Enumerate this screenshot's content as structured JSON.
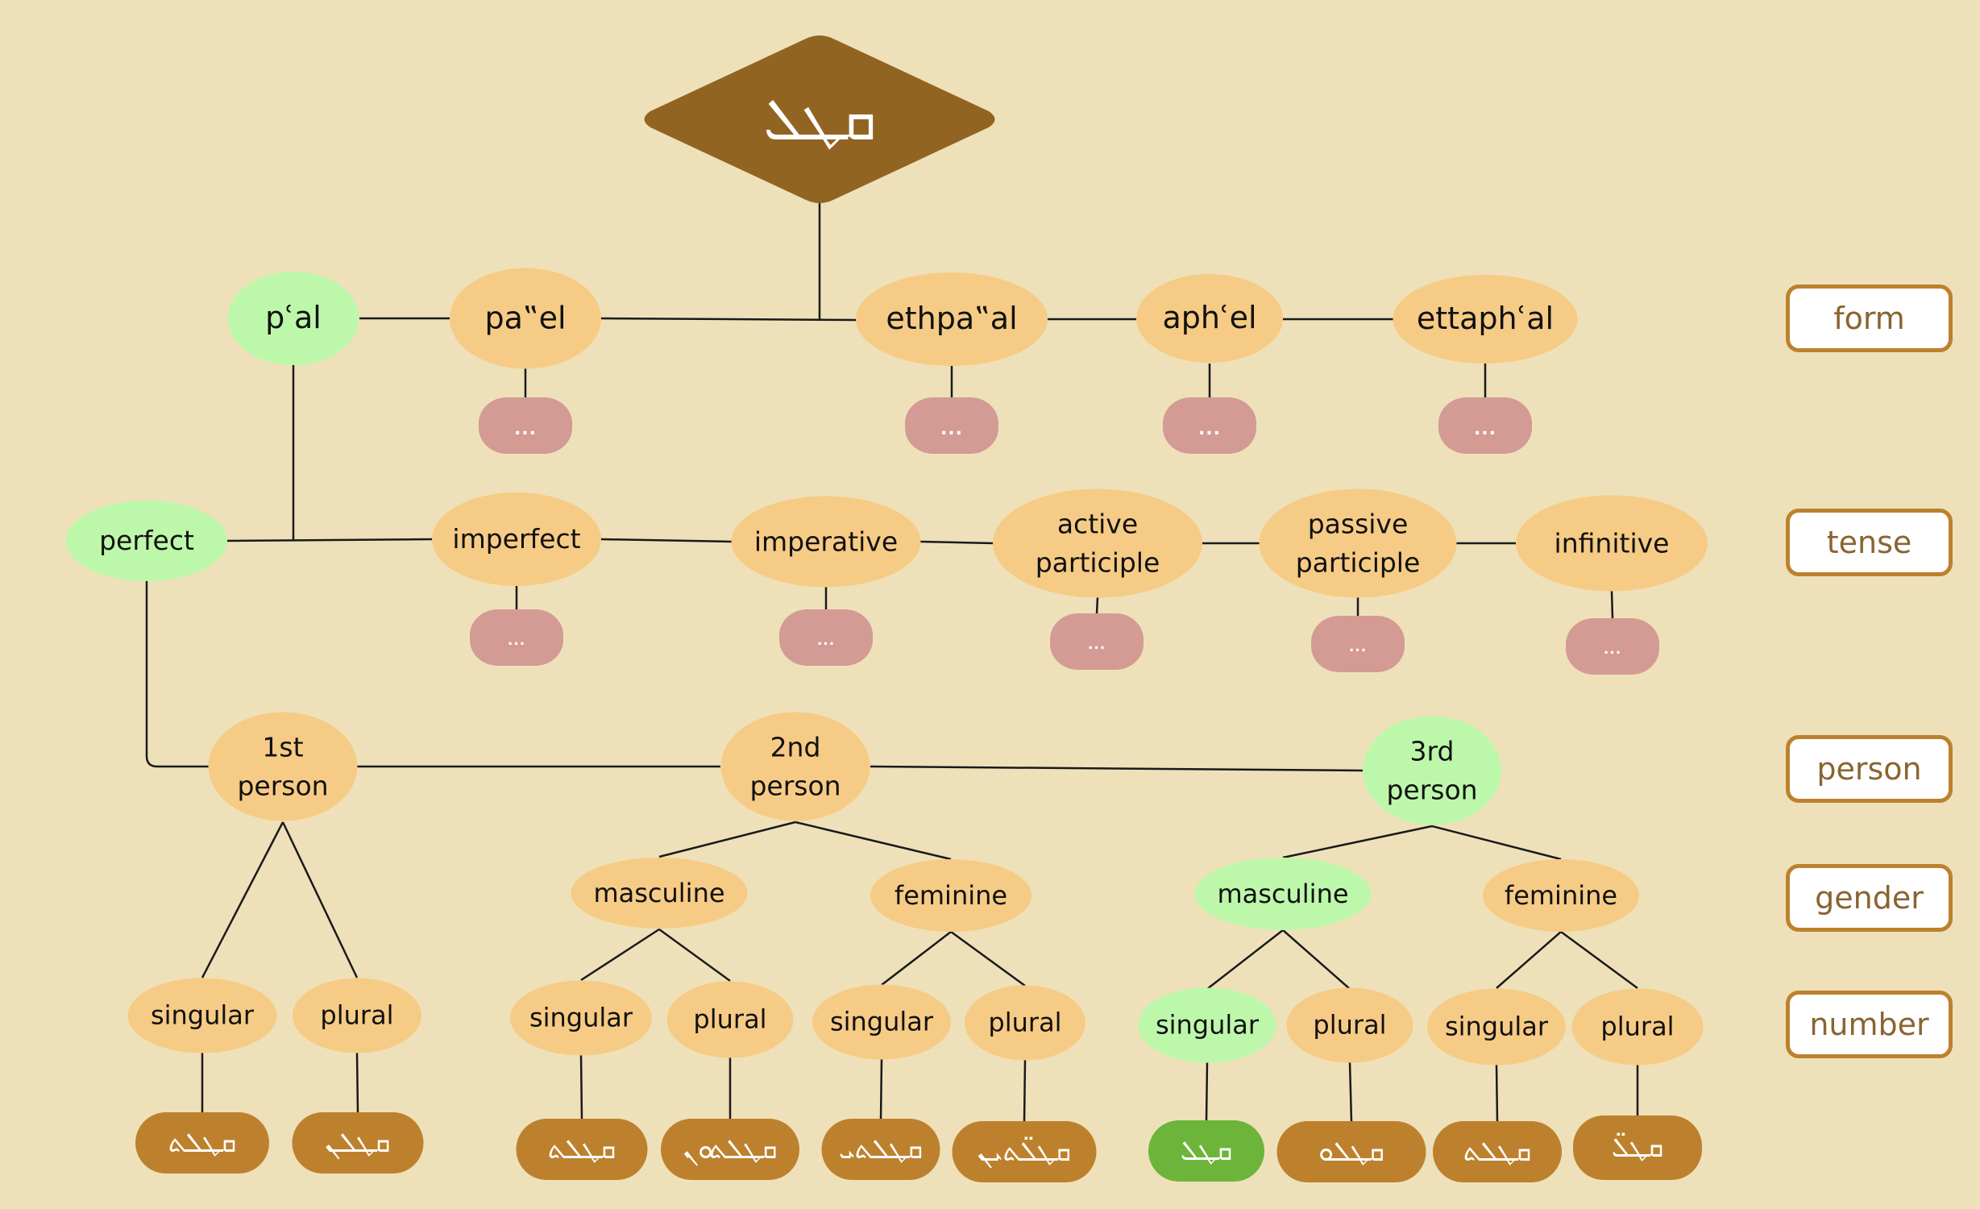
{
  "colors": {
    "background": "#EEE1B9",
    "node_default": "#F6CB85",
    "node_selected": "#BDF8AA",
    "placeholder": "#D39B94",
    "leaf_default": "#BD812E",
    "leaf_selected": "#6DB43B",
    "root": "#926422",
    "legend_border": "#BD812E",
    "legend_text": "#8A6430"
  },
  "root": {
    "text": "ܩܛܠ"
  },
  "more_label": "...",
  "forms": [
    {
      "label": "pʿal",
      "selected": true
    },
    {
      "label": "pa‟el",
      "selected": false
    },
    {
      "label": "ethpa‟al",
      "selected": false
    },
    {
      "label": "aphʿel",
      "selected": false
    },
    {
      "label": "ettaphʿal",
      "selected": false
    }
  ],
  "tenses": [
    {
      "label": "perfect",
      "selected": true
    },
    {
      "label": "imperfect",
      "selected": false
    },
    {
      "label": "imperative",
      "selected": false
    },
    {
      "label": "active\nparticiple",
      "selected": false
    },
    {
      "label": "passive\nparticiple",
      "selected": false
    },
    {
      "label": "infinitive",
      "selected": false
    }
  ],
  "persons": [
    {
      "label": "1st\nperson",
      "selected": false
    },
    {
      "label": "2nd\nperson",
      "selected": false
    },
    {
      "label": "3rd\nperson",
      "selected": true
    }
  ],
  "genders": [
    {
      "person": "2nd",
      "label": "masculine",
      "selected": false
    },
    {
      "person": "2nd",
      "label": "feminine",
      "selected": false
    },
    {
      "person": "3rd",
      "label": "masculine",
      "selected": true
    },
    {
      "person": "3rd",
      "label": "feminine",
      "selected": false
    }
  ],
  "numbers": [
    {
      "path": "1st",
      "label": "singular",
      "selected": false,
      "form": "ܩܛܠܬ",
      "form_selected": false
    },
    {
      "path": "1st",
      "label": "plural",
      "selected": false,
      "form": "ܩܛܠܢ",
      "form_selected": false
    },
    {
      "path": "2nd masculine",
      "label": "singular",
      "selected": false,
      "form": "ܩܛܠܬ",
      "form_selected": false
    },
    {
      "path": "2nd masculine",
      "label": "plural",
      "selected": false,
      "form": "ܩܛܠܬܘܢ",
      "form_selected": false
    },
    {
      "path": "2nd feminine",
      "label": "singular",
      "selected": false,
      "form": "ܩܛܠܬܝ",
      "form_selected": false
    },
    {
      "path": "2nd feminine",
      "label": "plural",
      "selected": false,
      "form": "ܩܛܠ̈ܬܝܢ",
      "form_selected": false
    },
    {
      "path": "3rd masculine",
      "label": "singular",
      "selected": true,
      "form": "ܩܛܠ",
      "form_selected": true
    },
    {
      "path": "3rd masculine",
      "label": "plural",
      "selected": false,
      "form": "ܩܛܠܘ",
      "form_selected": false
    },
    {
      "path": "3rd feminine",
      "label": "singular",
      "selected": false,
      "form": "ܩܛܠܬ",
      "form_selected": false
    },
    {
      "path": "3rd feminine",
      "label": "plural",
      "selected": false,
      "form": "ܩܛܠ̈",
      "form_selected": false
    }
  ],
  "legend": [
    "form",
    "tense",
    "person",
    "gender",
    "number"
  ]
}
